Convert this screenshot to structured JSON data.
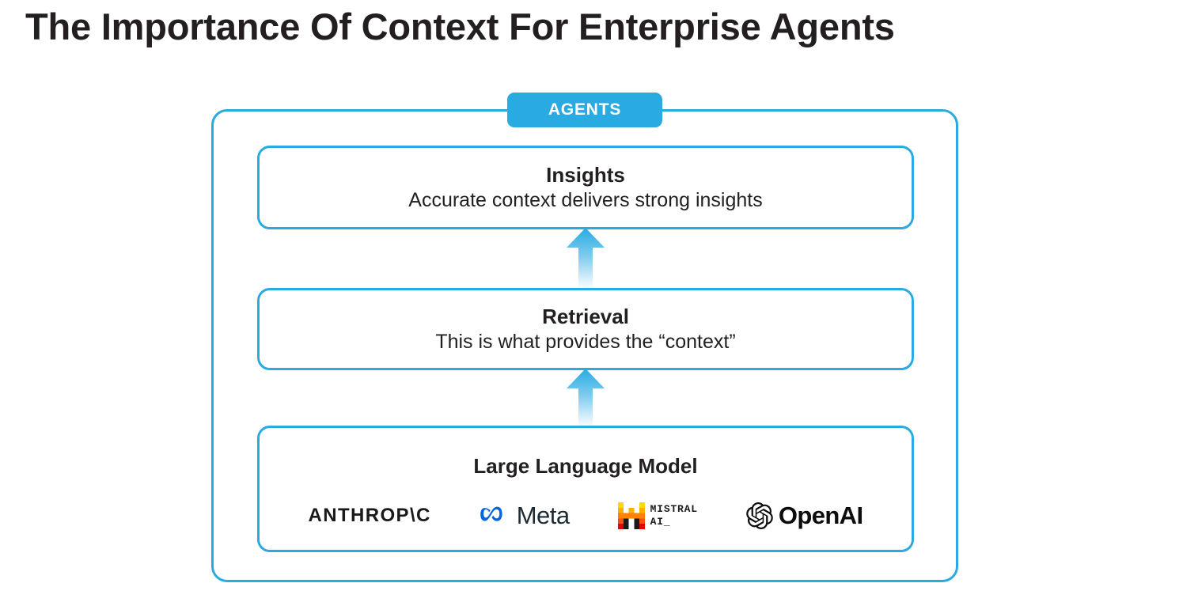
{
  "page": {
    "title": "The Importance Of Context For Enterprise Agents",
    "accent_color": "#29abe2",
    "text_color": "#231f20",
    "background": "#ffffff"
  },
  "diagram": {
    "container_label": "AGENTS",
    "layers": [
      {
        "id": "insights",
        "title": "Insights",
        "subtitle": "Accurate context delivers strong insights"
      },
      {
        "id": "retrieval",
        "title": "Retrieval",
        "subtitle": "This is what provides the “context”"
      },
      {
        "id": "llm",
        "title": "Large Language Model",
        "subtitle": ""
      }
    ],
    "arrows": [
      {
        "id": "llm-to-retrieval",
        "direction": "up",
        "gradient_from": "#ffffff",
        "gradient_to": "#29abe2"
      },
      {
        "id": "retrieval-to-insights",
        "direction": "up",
        "gradient_from": "#ffffff",
        "gradient_to": "#29abe2"
      }
    ],
    "vendors": [
      {
        "id": "anthropic",
        "name": "ANTHROP\\C",
        "mark": "anthropic-logo-icon",
        "color": "#1a1a1a"
      },
      {
        "id": "meta",
        "name": "Meta",
        "mark": "meta-infinity-icon",
        "color": "#0064e0"
      },
      {
        "id": "mistral",
        "name_line1": "MISTRAL",
        "name_line2": "AI_",
        "mark": "mistral-logo-icon",
        "colors": [
          "#ffd800",
          "#ffaf00",
          "#ff8205",
          "#fa500f",
          "#e10500"
        ]
      },
      {
        "id": "openai",
        "name": "OpenAI",
        "mark": "openai-logo-icon",
        "color": "#0d0d0d"
      }
    ]
  }
}
